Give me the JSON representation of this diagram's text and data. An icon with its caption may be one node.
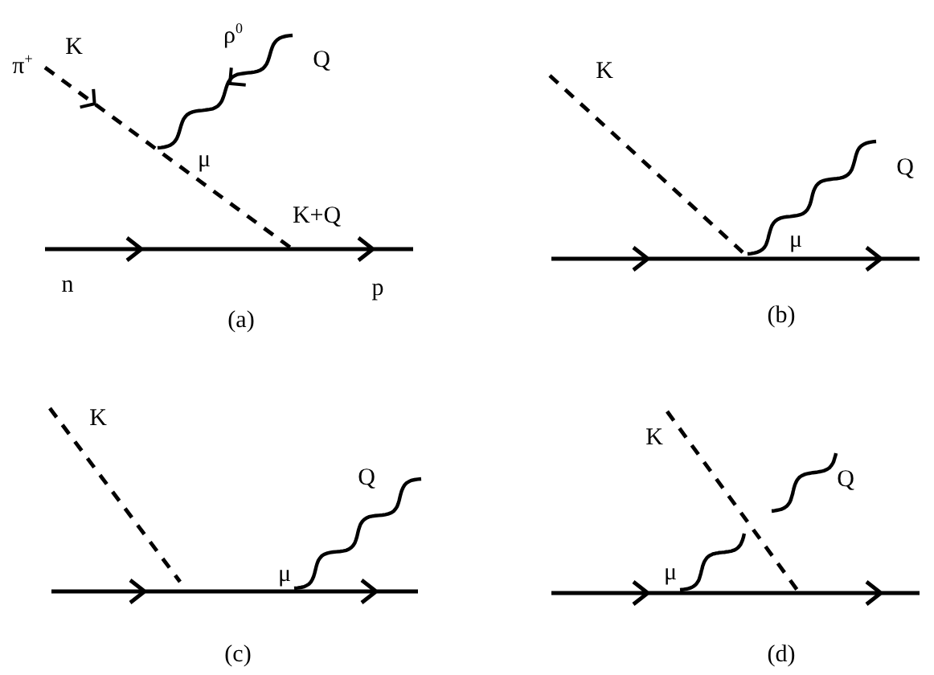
{
  "diagram": {
    "labels": [
      "K",
      "ρ$^{0}$",
      "Q",
      "π$^{+}$",
      "μ",
      "K+Q",
      "n",
      "p",
      "(a)",
      "K",
      "Q",
      "μ",
      "(b)",
      "K",
      "Q",
      "μ",
      "(c)",
      "K",
      "Q",
      "μ",
      "(d)"
    ]
  }
}
